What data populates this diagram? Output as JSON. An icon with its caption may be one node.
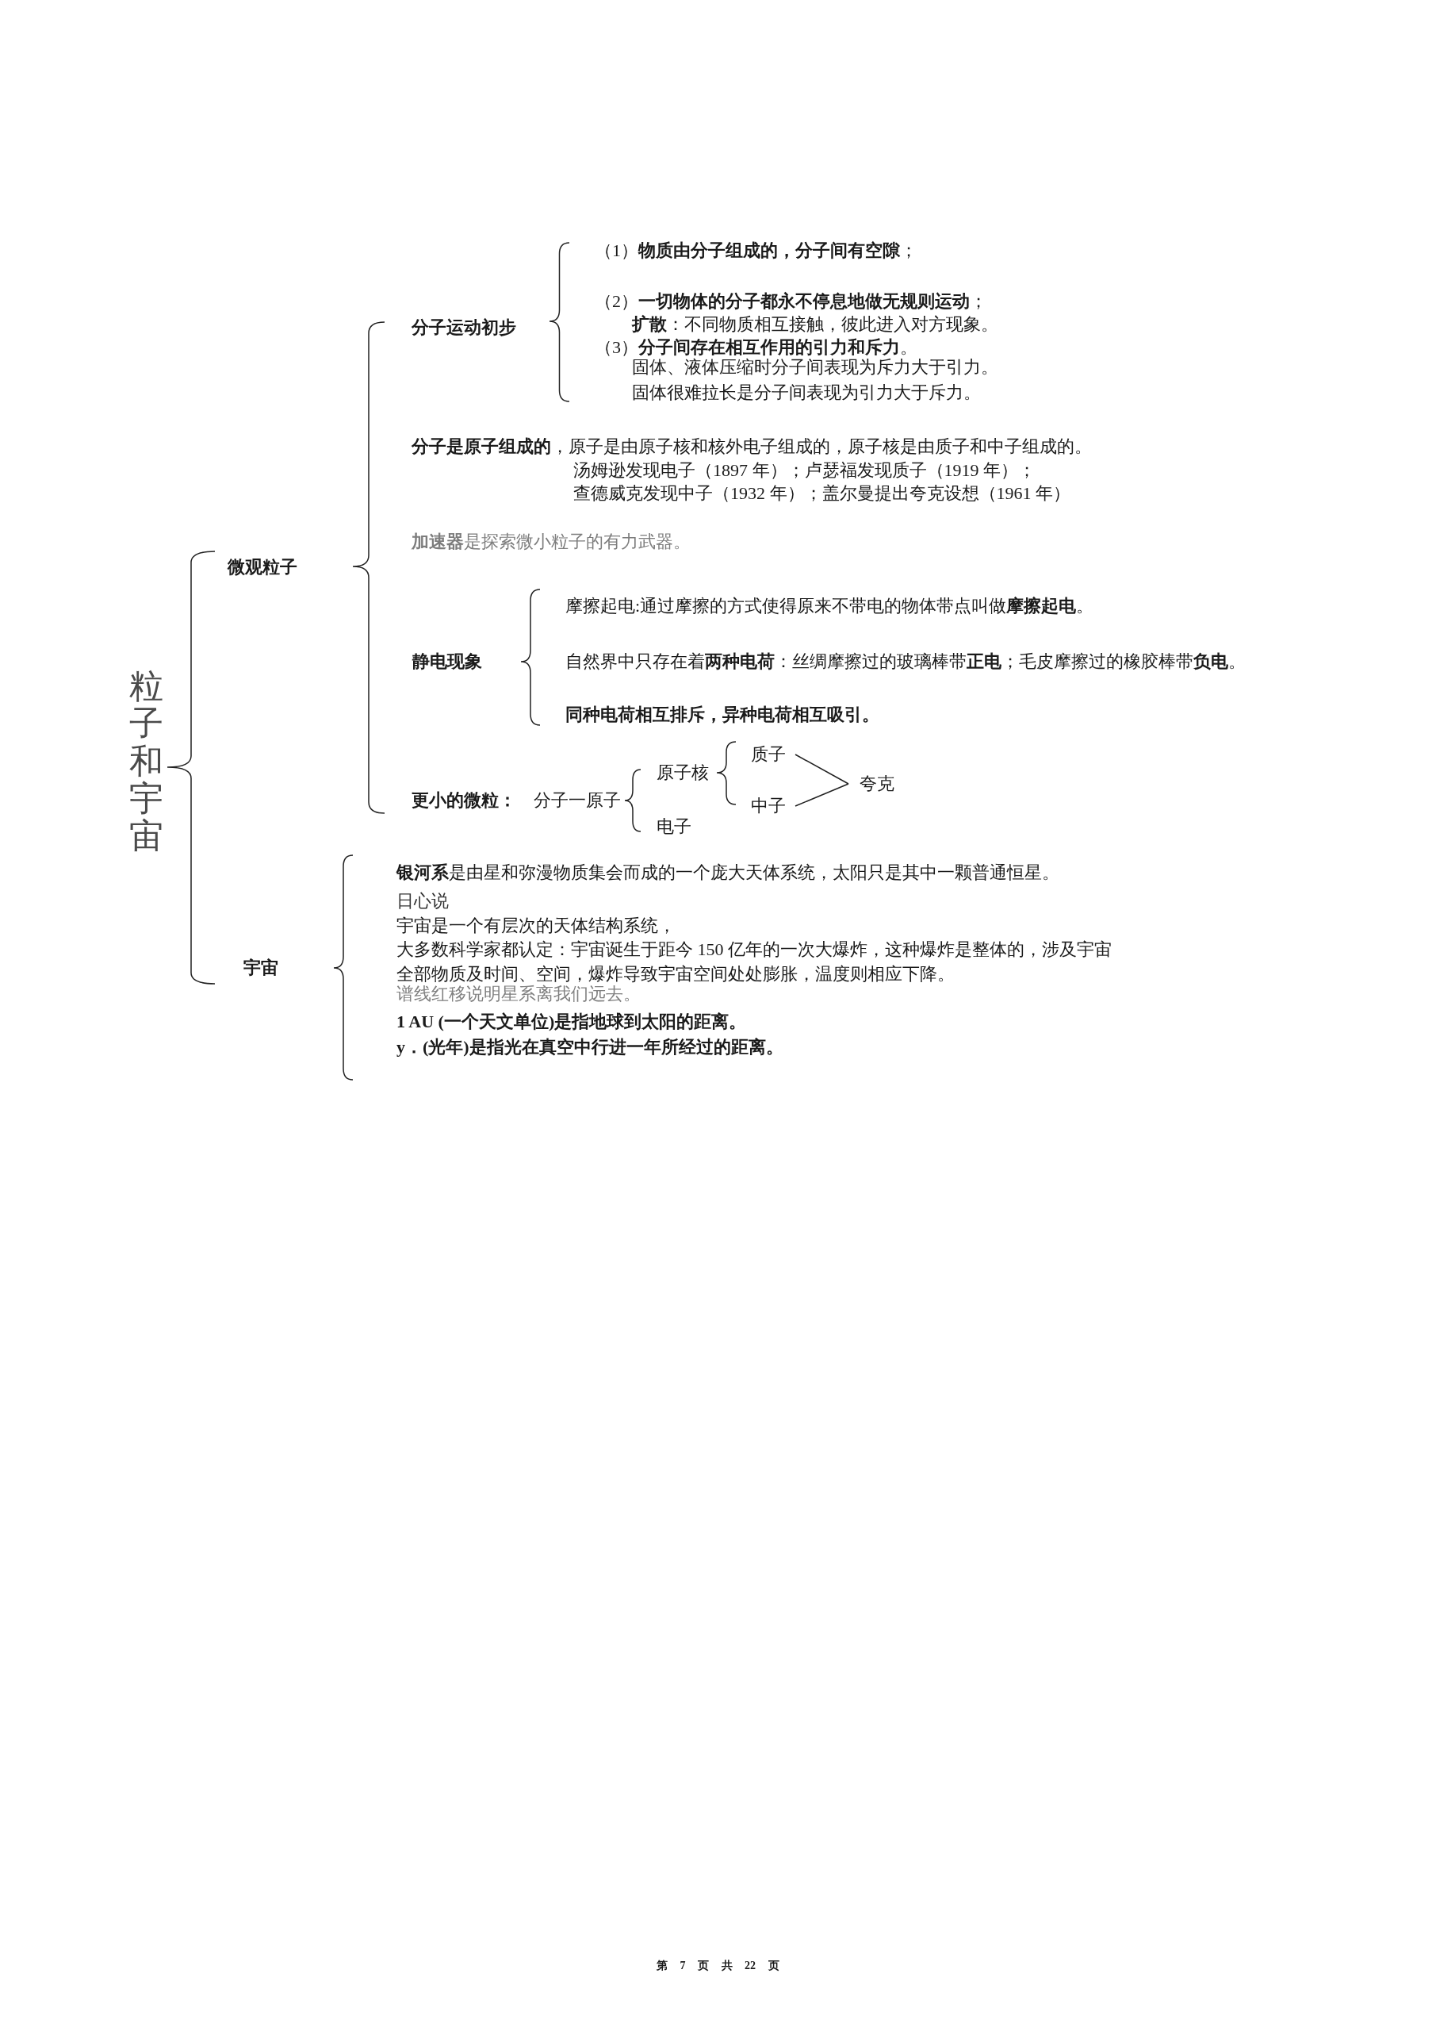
{
  "diagram": {
    "title": "粒子和宇宙",
    "nodes": [
      {
        "text": [
          "质子"
        ]
      },
      {
        "text": [
          "中子"
        ]
      },
      {
        "text": [
          "夸克"
        ]
      }
    ],
    "edges": [
      {
        "from": 0,
        "to": 2,
        "arrow": "none"
      },
      {
        "from": 1,
        "to": 2,
        "arrow": "none"
      }
    ],
    "labels": [
      "微观粒子",
      "分子运动初步",
      "（1）**物质由分子组成的，分子间有空隙**；",
      "（2）**一切物体的分子都永不停息地做无规则运动**；",
      "**扩散**：不同物质相互接触，彼此进入对方现象。",
      "（3）**分子间存在相互作用的引力和斥力**。",
      "固体、液体压缩时分子间表现为斥力大于引力。",
      "固体很难拉长是分子间表现为引力大于斥力。",
      "**分子是原子组成的**，原子是由原子核和核外电子组成的，原子核是由质子和中子组成的。",
      "汤姆逊发现电子（1897 年）；卢瑟福发现质子（1919 年）；",
      "查德威克发现中子（1932 年）；盖尔曼提出夸克设想（1961 年）",
      "**加速器**是探索微小粒子的有力武器。",
      "静电现象",
      "摩擦起电:通过摩擦的方式使得原来不带电的物体带点叫做**摩擦起电**。",
      "自然界中只存在着**两种电荷**：丝绸摩擦过的玻璃棒带**正电**；毛皮摩擦过的橡胶棒带**负电**。",
      "同种电荷相互排斥，异种电荷相互吸引。",
      "更小的微粒：",
      "分子一原子",
      "原子核",
      "电子",
      "宇宙",
      "**银河系**是由星和弥漫物质集会而成的一个庞大天体系统，太阳只是其中一颗普通恒星。",
      "日心说",
      "宇宙是一个有层次的天体结构系统，",
      "大多数科学家都认定：宇宙诞生于距今 150 亿年的一次大爆炸，这种爆炸是整体的，涉及宇宙全部物质及时间、空间，爆炸导致宇宙空间处处膨胀，温度则相应下降。",
      "谱线红移说明星系离我们远去。",
      "1 AU (一个天文单位)是指地球到太阳的距离。",
      "y．(光年)是指光在真空中行进一年所经过的距离。",
      "第 7 页 共 22 页"
    ]
  }
}
